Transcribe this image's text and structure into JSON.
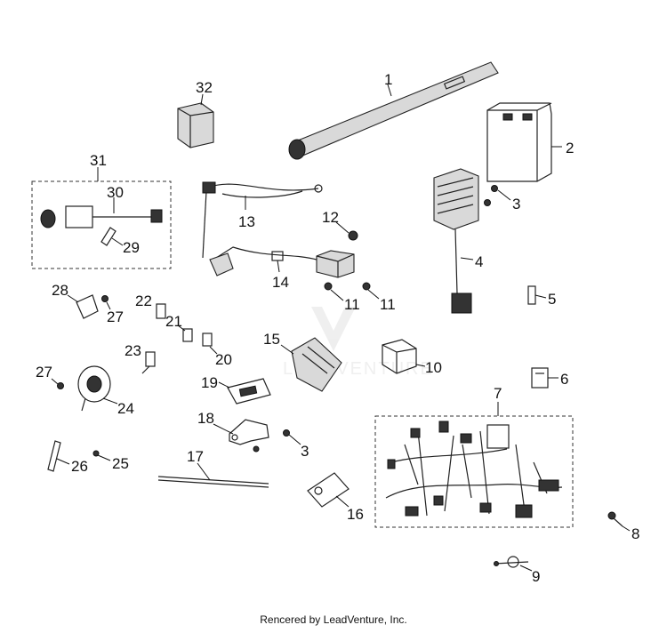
{
  "watermark": "LEADVENTURE",
  "footer": "Rencered by LeadVenture, Inc.",
  "callouts": {
    "c1": "1",
    "c2": "2",
    "c3a": "3",
    "c3b": "3",
    "c4": "4",
    "c5": "5",
    "c6": "6",
    "c7": "7",
    "c8": "8",
    "c9": "9",
    "c10": "10",
    "c11a": "11",
    "c11b": "11",
    "c12": "12",
    "c13": "13",
    "c14": "14",
    "c15": "15",
    "c16": "16",
    "c17": "17",
    "c18": "18",
    "c19": "19",
    "c20": "20",
    "c21": "21",
    "c22": "22",
    "c23": "23",
    "c24": "24",
    "c25": "25",
    "c26": "26",
    "c27a": "27",
    "c27b": "27",
    "c28": "28",
    "c29": "29",
    "c30": "30",
    "c31": "31",
    "c32": "32"
  }
}
